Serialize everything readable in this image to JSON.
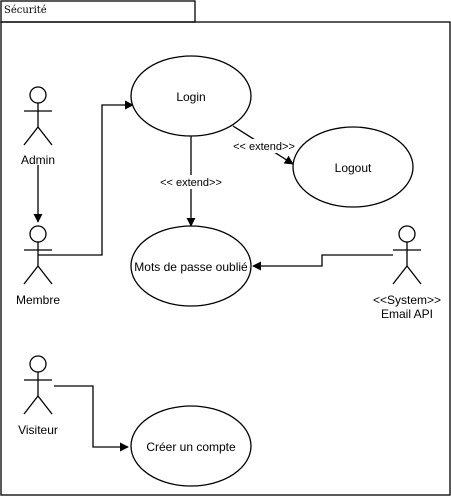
{
  "package": {
    "title": "Sécurité"
  },
  "actors": {
    "admin": "Admin",
    "membre": "Membre",
    "system_stereotype": "<<System>>",
    "system_name": "Email API",
    "visiteur": "Visiteur"
  },
  "use_cases": {
    "login": "Login",
    "logout": "Logout",
    "forgot_password": "Mots de passe oublié",
    "create_account": "Créer un compte"
  },
  "relations": {
    "extend_logout": "<< extend>>",
    "extend_forgot": "<< extend>>"
  }
}
